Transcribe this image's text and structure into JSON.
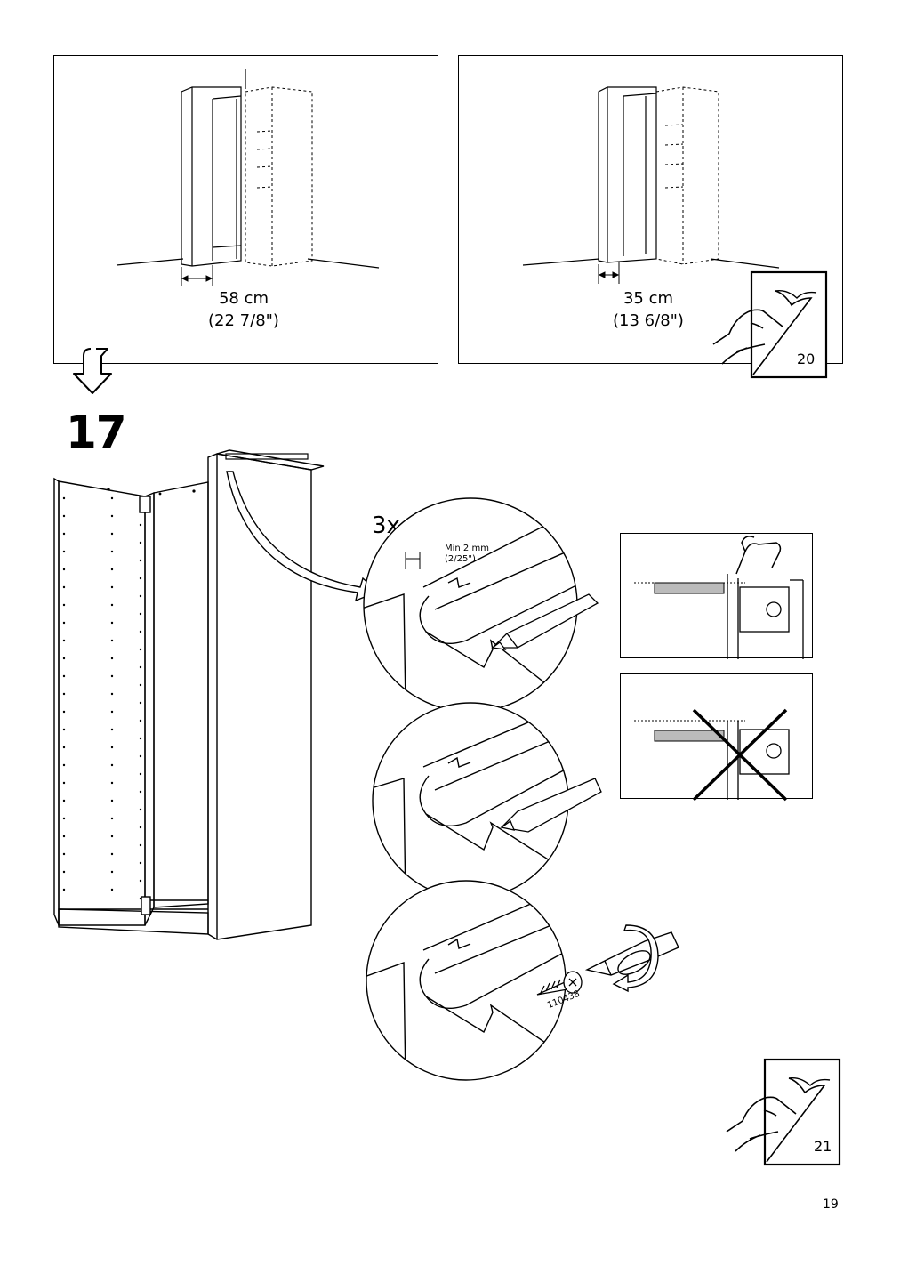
{
  "panels": {
    "left": {
      "dimension_cm": "58 cm",
      "dimension_in": "(22 7/8\")"
    },
    "right": {
      "dimension_cm": "35 cm",
      "dimension_in": "(13 6/8\")",
      "goto_page": "20"
    }
  },
  "step": {
    "number": "17"
  },
  "detail": {
    "quantity": "3x",
    "gap_label_mm": "Min 2 mm",
    "gap_label_in": "(2/25\")",
    "screw_part_number": "110438"
  },
  "bottom_goto_page": "21",
  "page_number": "19",
  "icons": [
    "down-arrow-icon",
    "page-turn-hand-icon",
    "pencil-icon",
    "screwdriver-icon",
    "rotate-arrow-icon",
    "pointing-hand-icon",
    "cross-wrong-icon",
    "screw-icon"
  ]
}
